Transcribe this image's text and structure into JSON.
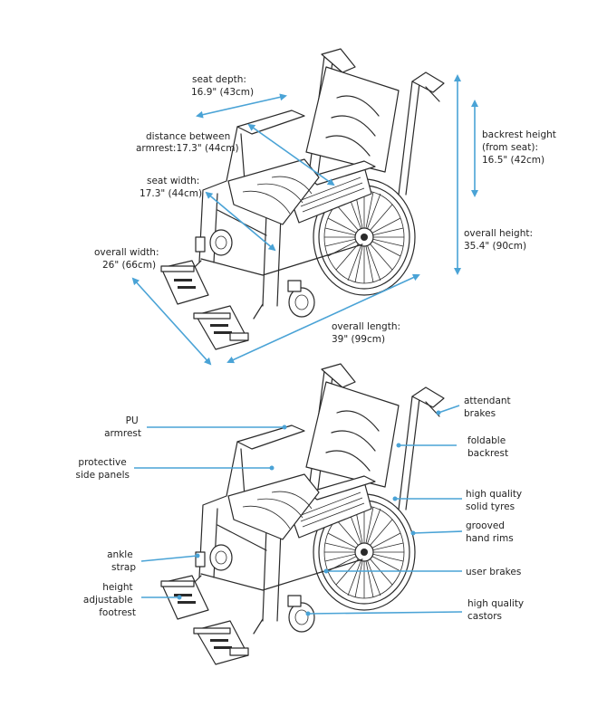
{
  "colors": {
    "accent": "#4aa3d6",
    "ink": "#2a2a2a",
    "background": "#ffffff"
  },
  "dimensions": {
    "seat_depth": [
      "seat depth:",
      "16.9\" (43cm)"
    ],
    "armrest_distance": [
      "distance between",
      "armrest:17.3\" (44cm)"
    ],
    "seat_width": [
      "seat width:",
      "17.3\" (44cm)"
    ],
    "overall_width": [
      "overall width:",
      "26\" (66cm)"
    ],
    "overall_length": [
      "overall length:",
      "39\" (99cm)"
    ],
    "backrest_height": [
      "backrest height",
      "(from seat):",
      "16.5\" (42cm)"
    ],
    "overall_height": [
      "overall height:",
      "35.4\" (90cm)"
    ]
  },
  "features": {
    "pu_armrest": [
      "PU",
      "armrest"
    ],
    "side_panels": [
      "protective",
      "side panels"
    ],
    "ankle_strap": [
      "ankle",
      "strap"
    ],
    "footrest": [
      "height",
      "adjustable",
      "footrest"
    ],
    "attendant_brakes": [
      "attendant",
      "brakes"
    ],
    "foldable_backrest": [
      "foldable",
      "backrest"
    ],
    "solid_tyres": [
      "high quality",
      "solid tyres"
    ],
    "hand_rims": [
      "grooved",
      "hand rims"
    ],
    "user_brakes": [
      "user brakes"
    ],
    "castors": [
      "high quality",
      "castors"
    ]
  }
}
